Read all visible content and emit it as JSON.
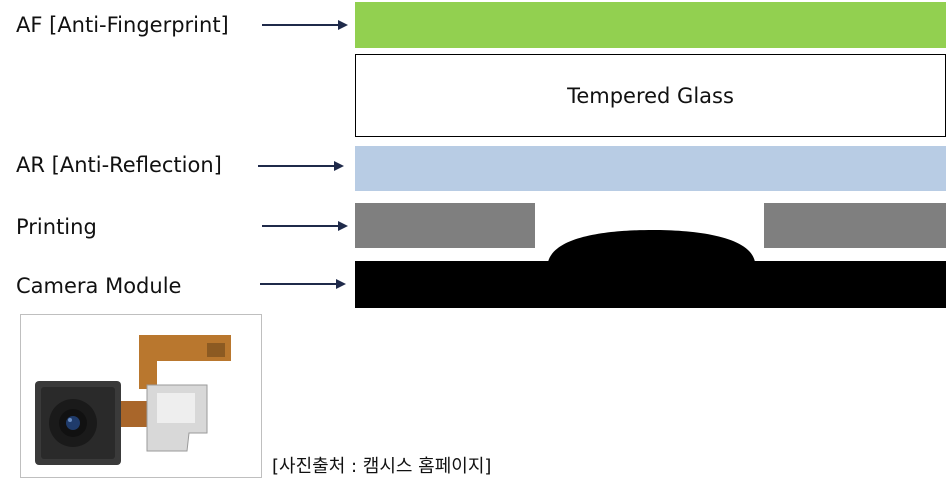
{
  "labels": {
    "af": "AF [Anti-Fingerprint]",
    "ar": "AR [Anti-Reflection]",
    "printing": "Printing",
    "camera_module": "Camera Module"
  },
  "layers": {
    "tempered_glass": "Tempered Glass"
  },
  "caption": "[사진출처 : 캠시스 홈페이지]",
  "colors": {
    "af_layer": "#92d050",
    "ar_layer": "#b8cce4",
    "printing_layer": "#7f7f7f",
    "camera_layer": "#000000",
    "arrow": "#1f2a4a"
  }
}
